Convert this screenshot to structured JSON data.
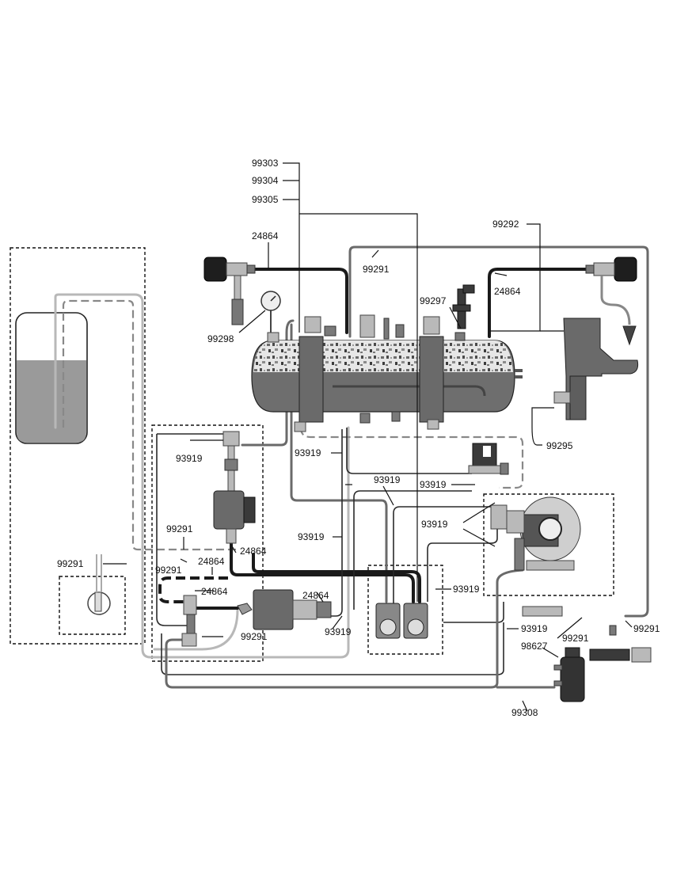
{
  "labels": {
    "p99303": "99303",
    "p99304": "99304",
    "p99305": "99305",
    "p24864": "24864",
    "p99291": "99291",
    "p99292": "99292",
    "p99297": "99297",
    "p99298": "99298",
    "p99295": "99295",
    "p93919": "93919",
    "p98627": "98627",
    "p99308": "99308"
  },
  "colors": {
    "tank_fill": "#9a9a9a",
    "boiler_body": "#6e6e6e",
    "boiler_top": "#d8d8d8",
    "wire_dark": "#1a1a1a",
    "wire_mid": "#6a6a6a",
    "wire_light": "#b8b8b8"
  }
}
